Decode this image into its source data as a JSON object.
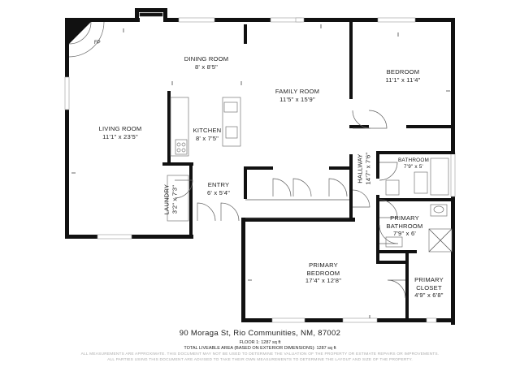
{
  "rooms": {
    "living": {
      "name": "LIVING ROOM",
      "dims": "11'1\" x 23'5\""
    },
    "dining": {
      "name": "DINING ROOM",
      "dims": "8' x 8'5\""
    },
    "family": {
      "name": "FAMILY ROOM",
      "dims": "11'5\" x 15'9\""
    },
    "bedroom": {
      "name": "BEDROOM",
      "dims": "11'1\" x 11'4\""
    },
    "kitchen": {
      "name": "KITCHEN",
      "dims": "8' x 7'5\""
    },
    "entry": {
      "name": "ENTRY",
      "dims": "6' x 5'4\""
    },
    "laundry": {
      "name": "LAUNDRY",
      "dims": "3'2\" x 7'3\""
    },
    "hallway": {
      "name": "HALLWAY",
      "dims": "14'7\" x 7'6\""
    },
    "bathroom": {
      "name": "BATHROOM",
      "dims": "7'9\" x 5'"
    },
    "primary_bathroom": {
      "name": "PRIMARY BATHROOM",
      "name_line1": "PRIMARY",
      "name_line2": "BATHROOM",
      "dims": "7'9\" x 6'"
    },
    "primary_bedroom": {
      "name_line1": "PRIMARY",
      "name_line2": "BEDROOM",
      "dims": "17'4\" x 12'8\""
    },
    "primary_closet": {
      "name_line1": "PRIMARY",
      "name_line2": "CLOSET",
      "dims": "4'9\" x 6'8\""
    }
  },
  "fireplace_label": "FP",
  "footer": {
    "address": "90 Moraga St, Rio Communities, NM, 87002",
    "floor": "FLOOR 1: 1287 sq ft",
    "total": "TOTAL LIVEABLE AREA (BASED ON EXTERIOR DIMENSIONS): 1287 sq ft",
    "disclaimer1": "ALL MEASUREMENTS ARE APPROXIMATE. THIS DOCUMENT MAY NOT BE USED TO DETERMINE THE VALUATION OF THE PROPERTY OR ESTIMATE REPAIRS OR IMPROVEMENTS.",
    "disclaimer2": "ALL PARTIES USING THIS DOCUMENT ARE ADVISED TO TAKE THEIR OWN MEASUREMENTS TO DETERMINE THE LAYOUT AND SIZE OF THE PROPERTY."
  }
}
